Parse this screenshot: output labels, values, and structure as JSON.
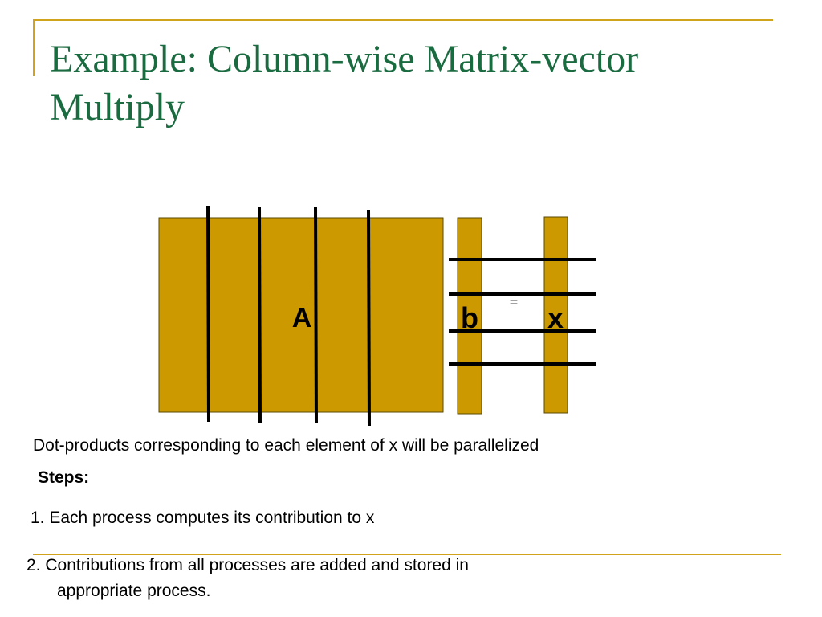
{
  "slide": {
    "title_line1": "Example: Column-wise Matrix-vector",
    "title_line2": "Multiply"
  },
  "colors": {
    "title": "#1b6b41",
    "accent_rule": "#d1a21c",
    "matrix_fill": "#cc9900",
    "line": "#000000"
  },
  "diagram": {
    "matrix_label": "A",
    "vector_b_label": "b",
    "equals_label": "=",
    "vector_x_label": "x"
  },
  "text": {
    "description": "Dot-products corresponding to each element of x will be parallelized",
    "steps_label": "Steps:",
    "step1": "1. Each process computes its contribution to x",
    "step2_line1": "2. Contributions from all processes are added and stored in",
    "step2_line2": "appropriate process."
  }
}
